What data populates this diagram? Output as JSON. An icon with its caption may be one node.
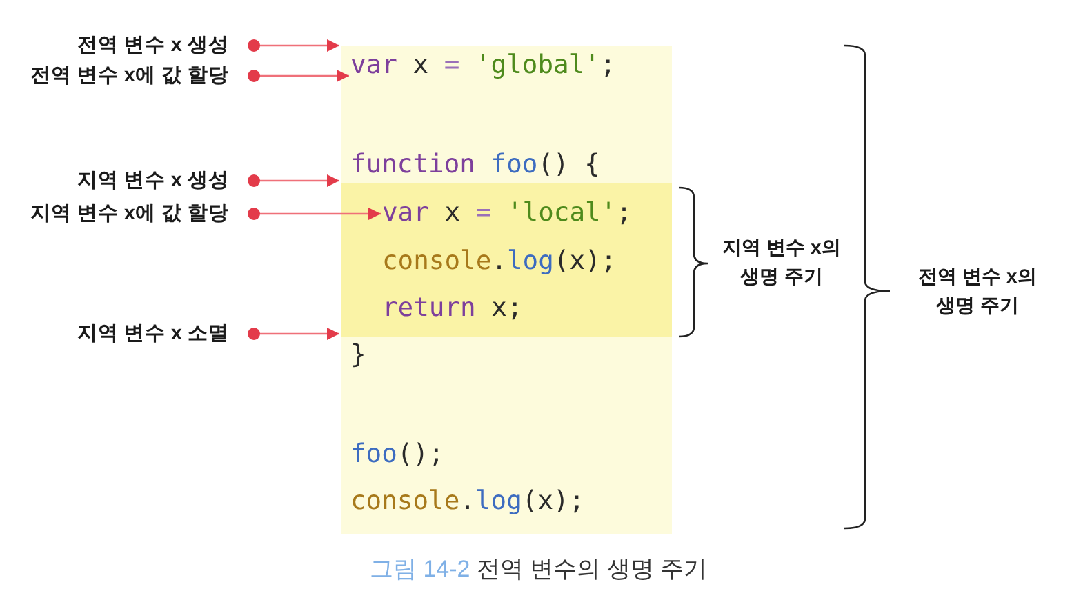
{
  "diagram": {
    "caption": "그림 14-2 전역 변수의 생명 주기",
    "nodes": [
      {
        "text": [
          "전역 변수 x 생성"
        ]
      },
      {
        "text": [
          "전역 변수 x에 값 할당"
        ]
      },
      {
        "text": [
          "지역 변수 x 생성"
        ]
      },
      {
        "text": [
          "지역 변수 x에 값 할당"
        ]
      },
      {
        "text": [
          "지역 변수 x 소멸"
        ]
      },
      {
        "text": [],
        "shape": "box"
      },
      {
        "text": [
          "var x = 'global';"
        ],
        "in": 5
      },
      {
        "text": [
          "function foo() {"
        ],
        "in": 5
      },
      {
        "text": [],
        "shape": "box",
        "in": 5,
        "beside": [
          "지역 변수 x의 생명 주기"
        ]
      },
      {
        "text": [
          "var x = 'local';"
        ],
        "in": 8
      },
      {
        "text": [
          "console.log(x);"
        ],
        "in": 8
      },
      {
        "text": [
          "return x;"
        ],
        "in": 8
      },
      {
        "text": [
          "}"
        ],
        "in": 5
      },
      {
        "text": [
          "foo();"
        ],
        "in": 5
      },
      {
        "text": [
          "console.log(x);"
        ],
        "in": 5
      }
    ],
    "edges": [
      {
        "from": 0,
        "to": 5,
        "arrow": "to"
      },
      {
        "from": 1,
        "to": 6,
        "arrow": "to"
      },
      {
        "from": 2,
        "to": 8,
        "arrow": "to"
      },
      {
        "from": 3,
        "to": 9,
        "arrow": "to"
      },
      {
        "from": 4,
        "to": 8,
        "arrow": "to"
      }
    ],
    "labels": [
      "전역 변수 x의 생명 주기"
    ]
  }
}
